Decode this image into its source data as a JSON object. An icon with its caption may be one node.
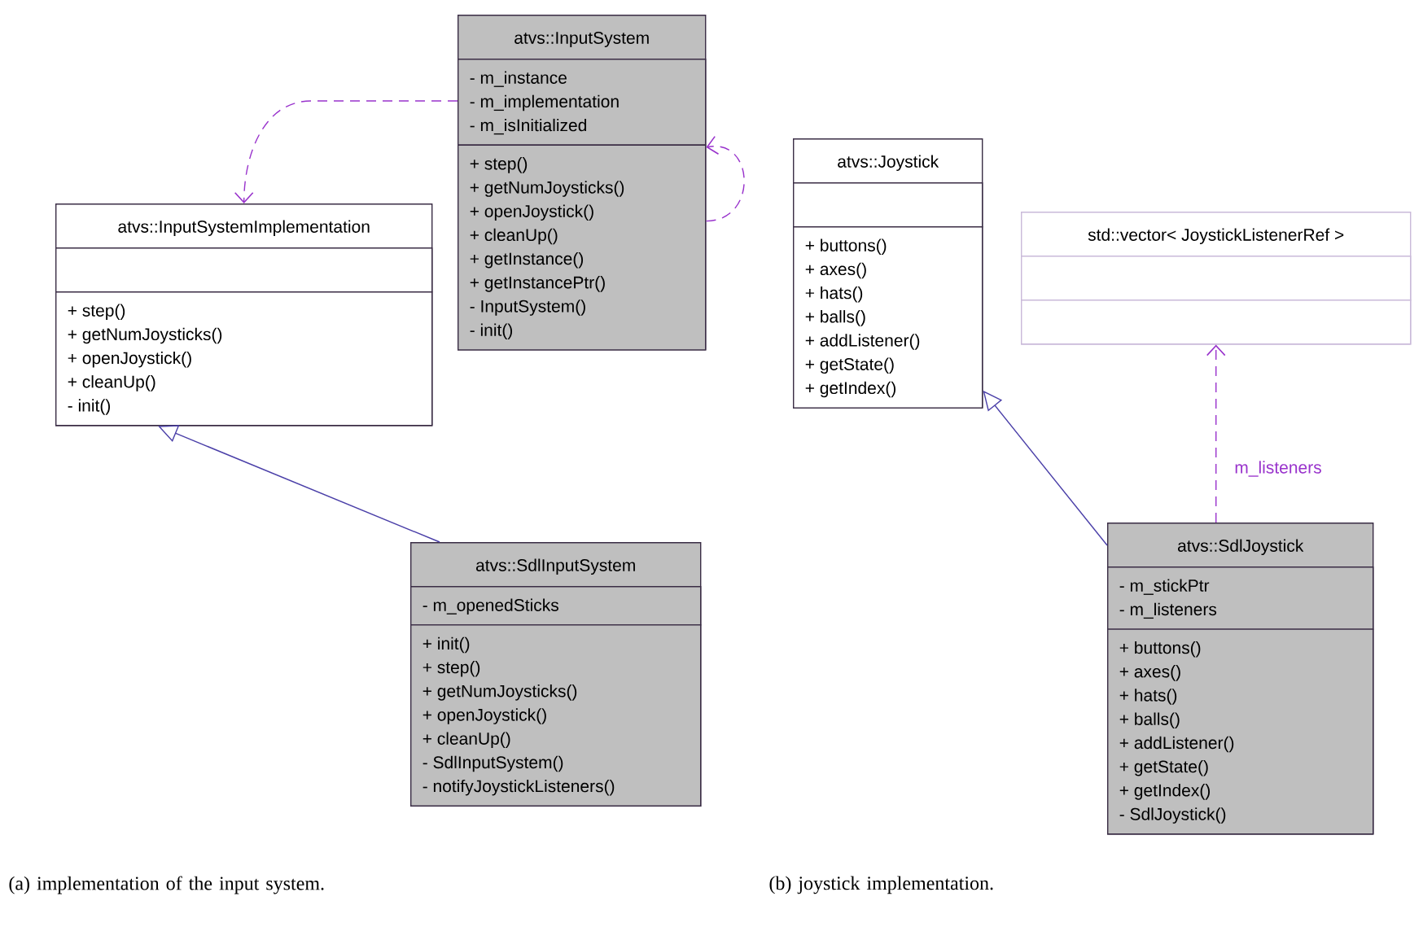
{
  "diagram": {
    "nodes": [
      {
        "text": [
          "atvs::InputSystem"
        ]
      },
      {
        "text": [
          "- m_instance",
          "- m_implementation",
          "- m_isInitialized"
        ],
        "in": 0
      },
      {
        "text": [
          "+ step()",
          "+ getNumJoysticks()",
          "+ openJoystick()",
          "+ cleanUp()",
          "+ getInstance()",
          "+ getInstancePtr()",
          "- InputSystem()",
          "- init()"
        ],
        "in": 0
      },
      {
        "text": [
          "atvs::InputSystemImplementation"
        ]
      },
      {
        "text": [],
        "shape": "box",
        "in": 3
      },
      {
        "text": [
          "+ step()",
          "+ getNumJoysticks()",
          "+ openJoystick()",
          "+ cleanUp()",
          "- init()"
        ],
        "in": 3
      },
      {
        "text": [
          "atvs::SdlInputSystem"
        ]
      },
      {
        "text": [
          "- m_openedSticks"
        ],
        "in": 6
      },
      {
        "text": [
          "+ init()",
          "+ step()",
          "+ getNumJoysticks()",
          "+ openJoystick()",
          "+ cleanUp()",
          "- SdlInputSystem()",
          "- notifyJoystickListeners()"
        ],
        "in": 6
      },
      {
        "text": [
          "atvs::Joystick"
        ]
      },
      {
        "text": [],
        "shape": "box",
        "in": 9
      },
      {
        "text": [
          "+ buttons()",
          "+ axes()",
          "+ hats()",
          "+ balls()",
          "+ addListener()",
          "+ getState()",
          "+ getIndex()"
        ],
        "in": 9
      },
      {
        "text": [
          "std::vector< JoystickListenerRef >"
        ]
      },
      {
        "text": [],
        "shape": "box",
        "in": 12
      },
      {
        "text": [],
        "shape": "box",
        "in": 12
      },
      {
        "text": [
          "atvs::SdlJoystick"
        ]
      },
      {
        "text": [
          "- m_stickPtr",
          "- m_listeners"
        ],
        "in": 15
      },
      {
        "text": [
          "+ buttons()",
          "+ axes()",
          "+ hats()",
          "+ balls()",
          "+ addListener()",
          "+ getState()",
          "+ getIndex()",
          "- SdlJoystick()"
        ],
        "in": 15
      }
    ],
    "edges": [
      {
        "from": 0,
        "to": 3,
        "arrow": "to",
        "style": "dashed"
      },
      {
        "from": 2,
        "to": 1,
        "arrow": "to",
        "style": "dashed"
      },
      {
        "from": 6,
        "to": 3,
        "arrow": "to",
        "color": "#4a3fa8"
      },
      {
        "from": 15,
        "to": 9,
        "arrow": "to",
        "color": "#4a3fa8"
      },
      {
        "from": 15,
        "to": 12,
        "arrow": "to",
        "style": "dashed",
        "label": "m_listeners"
      }
    ],
    "labels": [
      "(a) implementation of the input system.",
      "(b) joystick implementation."
    ]
  }
}
